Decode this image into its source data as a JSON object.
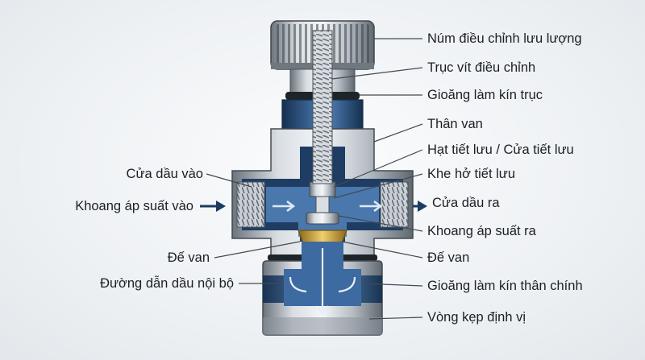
{
  "labels_right": [
    {
      "id": "num-dieu-chinh",
      "text": "Núm điều chỉnh lưu lượng"
    },
    {
      "id": "truc-vit",
      "text": "Trục vít điều chỉnh"
    },
    {
      "id": "gioang-truc",
      "text": "Gioăng làm kín trục"
    },
    {
      "id": "than-van",
      "text": "Thân van"
    },
    {
      "id": "hat-tiet-luu",
      "text": "Hạt tiết lưu / Cửa tiết lưu"
    },
    {
      "id": "khe-ho",
      "text": "Khe hở tiết lưu"
    },
    {
      "id": "cua-dau-ra",
      "text": "Cửa dầu ra"
    },
    {
      "id": "khoang-ra",
      "text": "Khoang áp suất ra"
    },
    {
      "id": "de-van-r",
      "text": "Đế van"
    },
    {
      "id": "gioang-than",
      "text": "Gioăng làm kín thân chính"
    },
    {
      "id": "vong-kep",
      "text": "Vòng kẹp định vị"
    }
  ],
  "labels_left": [
    {
      "id": "cua-dau-vao",
      "text": "Cửa dầu vào"
    },
    {
      "id": "khoang-vao",
      "text": "Khoang áp suất vào"
    },
    {
      "id": "de-van-l",
      "text": "Đế van"
    },
    {
      "id": "duong-dan",
      "text": "Đường dẫn dầu nội bộ"
    }
  ],
  "colors": {
    "steel_dark": "#5d646c",
    "steel": "#a9b0b7",
    "steel_light": "#e6eaee",
    "blue_dark": "#1e3f66",
    "blue": "#3e6a9c",
    "fluid": "#4f7eb5",
    "brass": "#c9a03a",
    "leader": "#444a52"
  }
}
